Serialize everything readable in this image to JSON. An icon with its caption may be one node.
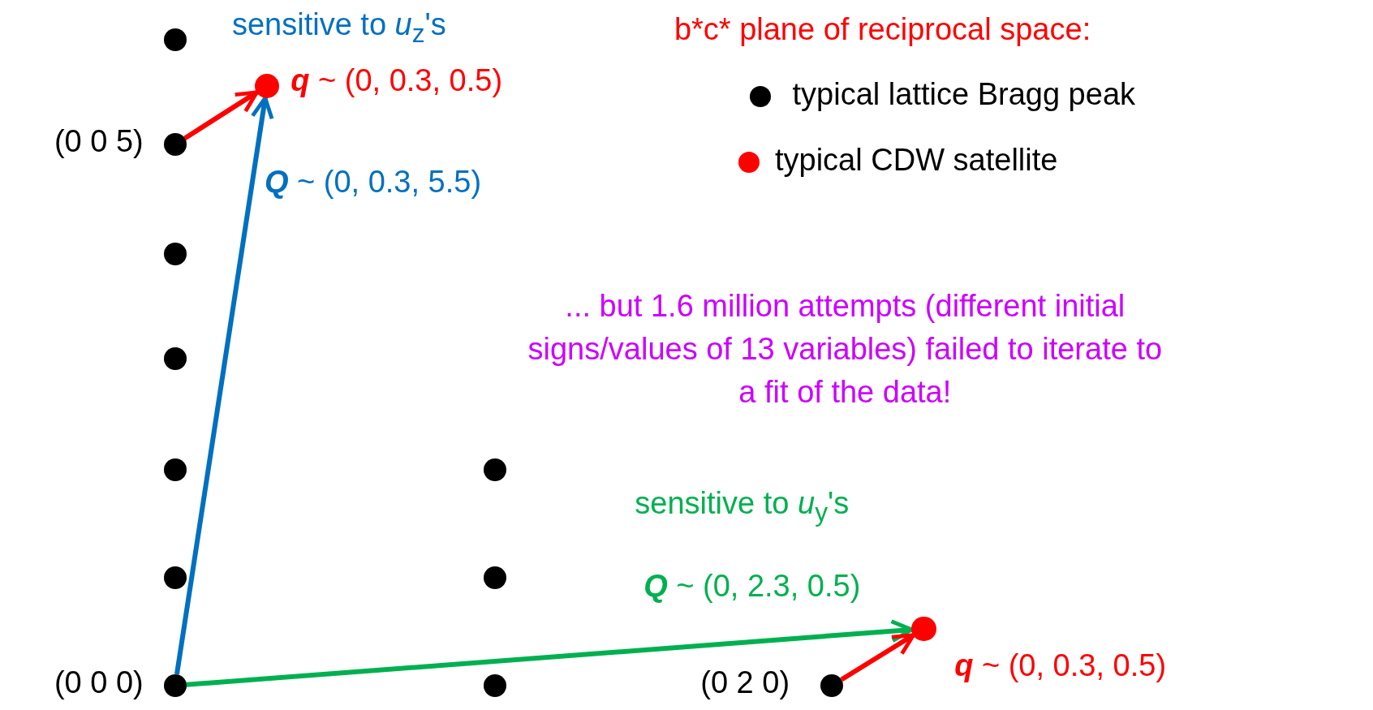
{
  "diagram": {
    "nodes": [
      {
        "text": [],
        "shape": "circle"
      },
      {
        "text": [],
        "shape": "circle"
      },
      {
        "text": [],
        "shape": "circle",
        "beside": [
          "(0 0 5)"
        ]
      },
      {
        "text": [],
        "shape": "circle"
      },
      {
        "text": [],
        "shape": "circle"
      },
      {
        "text": [],
        "shape": "circle"
      },
      {
        "text": [],
        "shape": "circle"
      },
      {
        "text": [],
        "shape": "circle"
      },
      {
        "text": [],
        "shape": "circle"
      },
      {
        "text": [],
        "shape": "circle"
      },
      {
        "text": [],
        "shape": "circle",
        "beside": [
          "(0 0 0)"
        ]
      },
      {
        "text": [],
        "shape": "circle"
      },
      {
        "text": [],
        "shape": "circle",
        "beside": [
          "(0 2 0)"
        ]
      }
    ],
    "edges": [
      {
        "from": 2,
        "to": 1,
        "arrow": "to",
        "label": "**q** ~ (0, 0.3, 0.5)",
        "color": "#ff0000"
      },
      {
        "from": 10,
        "to": 1,
        "arrow": "to",
        "label": "**Q** ~ (0, 0.3, 5.5)",
        "color": "#0070c0"
      },
      {
        "from": 10,
        "to": 9,
        "arrow": "to",
        "label": "**Q** ~ (0, 2.3, 0.5)",
        "color": "#00b050"
      },
      {
        "from": 12,
        "to": 9,
        "arrow": "to",
        "label": "**q** ~ (0, 0.3, 0.5)",
        "color": "#ff0000"
      }
    ],
    "labels": [
      "sensitive to *u*$_{z}$'s",
      "b*c* plane of reciprocal space:",
      "... but 1.6 million attempts (different initial signs/values of 13 variables) failed to iterate to a fit of the data!",
      "sensitive to *u*$_{y}$'s"
    ],
    "legend": [
      {
        "text": "typical lattice Bragg peak",
        "color": "#000000"
      },
      {
        "text": "typical CDW satellite",
        "color": "#ff0000"
      }
    ]
  }
}
